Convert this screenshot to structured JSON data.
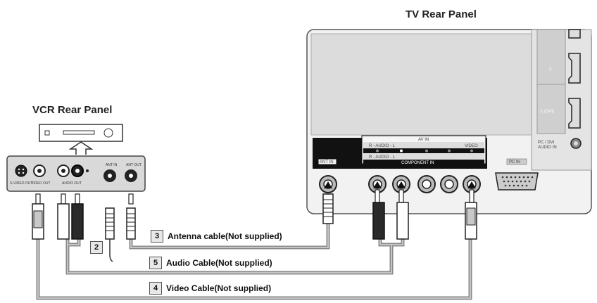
{
  "titles": {
    "tv": "TV Rear Panel",
    "vcr": "VCR Rear Panel"
  },
  "vcr_panel": {
    "svideo_out": "S-VIDEO OUT",
    "video_out": "VIDEO OUT",
    "audio_out": "AUDIO OUT",
    "ant_in": "ANT IN",
    "ant_out": "ANT OUT"
  },
  "tv_panel": {
    "ant_in": "ANT IN",
    "av_in": "AV IN",
    "audio_row1": "R - AUDIO - L",
    "video": "VIDEO",
    "audio_row2": "R - AUDIO - L",
    "component_in": "COMPONENT IN",
    "pc_in": "PC IN",
    "pc_dvi_audio_in_1": "PC / DVI",
    "pc_dvi_audio_in_2": "AUDIO IN",
    "hdmi_2": "2",
    "hdmi_1_dvi": "1 (DVI)"
  },
  "callouts": [
    {
      "num": "2",
      "label": ""
    },
    {
      "num": "3",
      "label": "Antenna cable(Not supplied)"
    },
    {
      "num": "5",
      "label": "Audio Cable(Not supplied)"
    },
    {
      "num": "4",
      "label": "Video Cable(Not supplied)"
    }
  ],
  "colors": {
    "cable": "#9a9a9a",
    "panel": "#dcdcdc",
    "panel_dark": "#111111",
    "jack_white": "#ffffff",
    "jack_red_plug": "#2a2a2a"
  }
}
